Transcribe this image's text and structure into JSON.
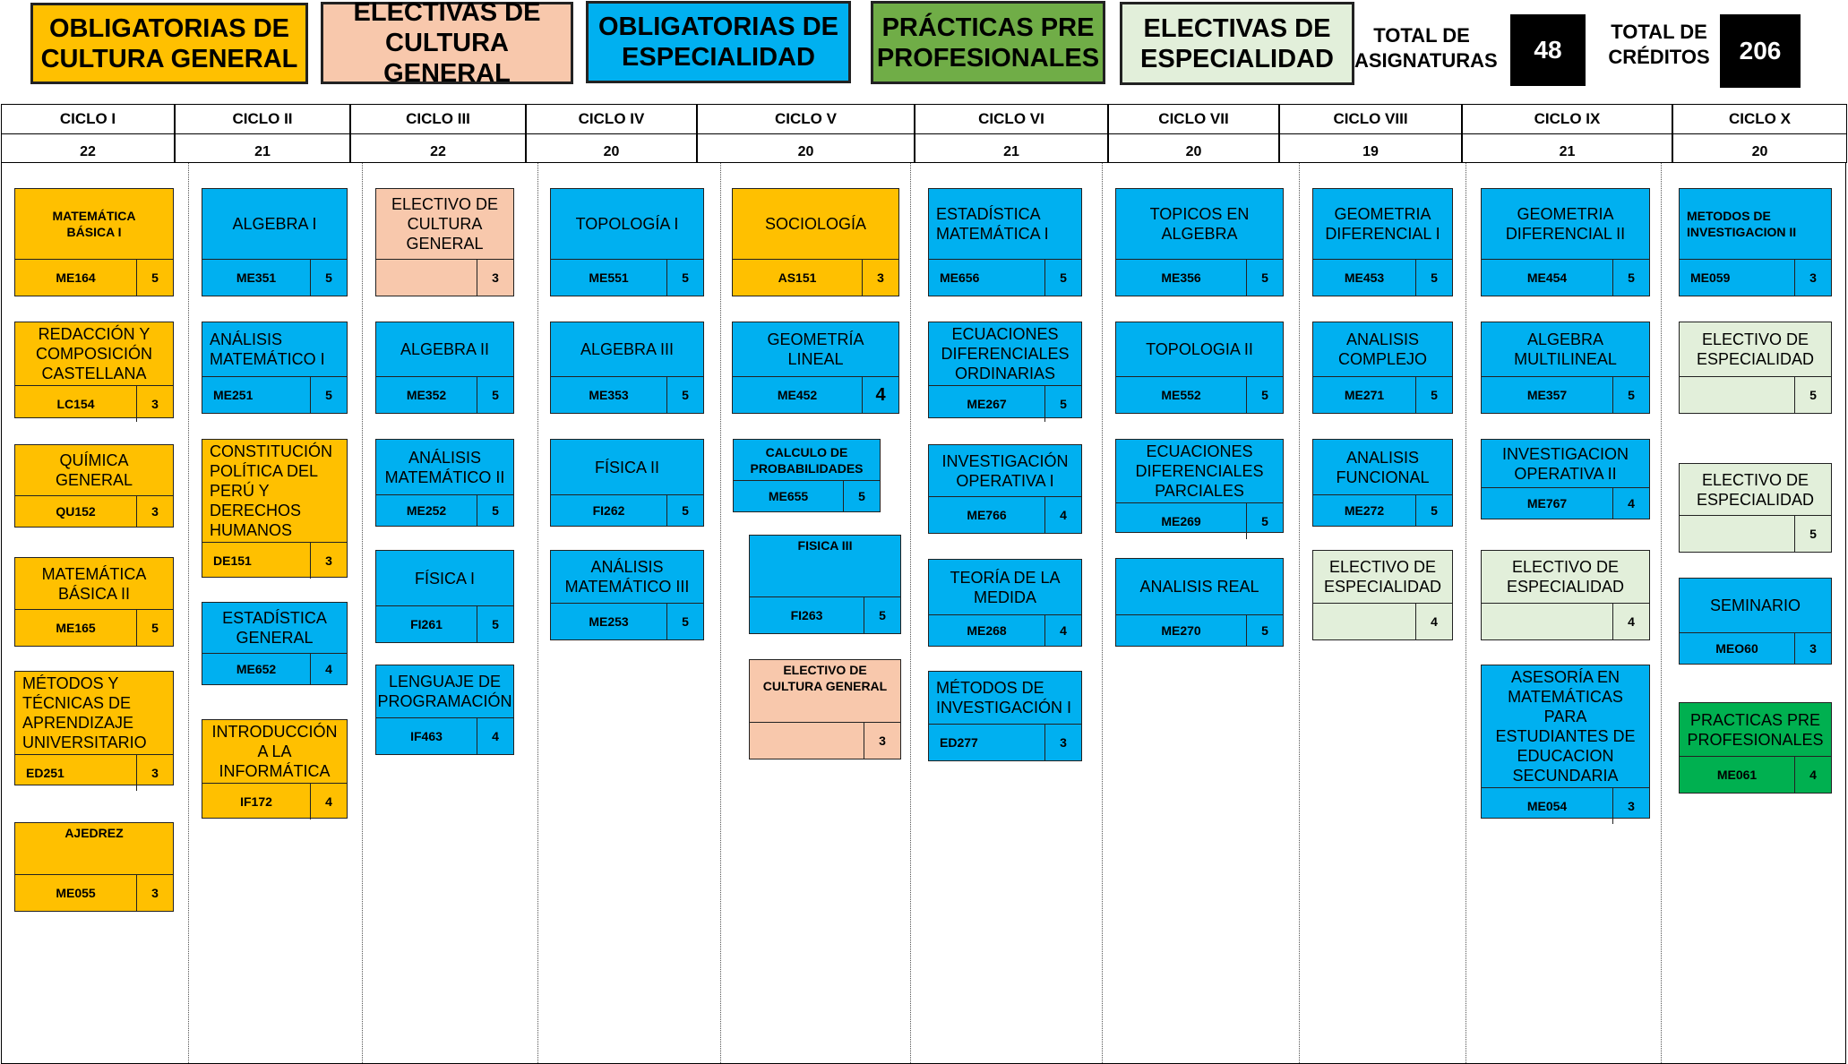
{
  "colors": {
    "obligatorias_cultura": "#FFC000",
    "electivas_cultura": "#F8C8AC",
    "obligatorias_especialidad": "#00B0F0",
    "practicas": "#70AD47",
    "electivas_especialidad": "#E2EFDA",
    "practicas_card": "#00B050"
  },
  "legend": [
    {
      "label": "OBLIGATORIAS DE\nCULTURA GENERAL",
      "type": "ocg"
    },
    {
      "label": "ELECTIVAS DE\nCULTURA GENERAL",
      "type": "ecg"
    },
    {
      "label": "OBLIGATORIAS DE\nESPECIALIDAD",
      "type": "oe"
    },
    {
      "label": "PRÁCTICAS PRE\nPROFESIONALES",
      "type": "pp"
    },
    {
      "label": "ELECTIVAS DE\nESPECIALIDAD",
      "type": "ee"
    }
  ],
  "totals": {
    "asignaturas_label": "TOTAL DE\nASIGNATURAS",
    "asignaturas_value": "48",
    "creditos_label": "TOTAL DE\nCRÉDITOS",
    "creditos_value": "206"
  },
  "cycles": [
    {
      "name": "CICLO I",
      "credits": "22",
      "courses": [
        {
          "name": "MATEMÁTICA\nBÁSICA I",
          "code": "ME164",
          "credits": "5",
          "type": "ocg",
          "style": "bold"
        },
        {
          "name": "REDACCIÓN Y\nCOMPOSICIÓN\nCASTELLANA",
          "code": "LC154",
          "credits": "3",
          "type": "ocg"
        },
        {
          "name": "QUÍMICA\nGENERAL",
          "code": "QU152",
          "credits": "3",
          "type": "ocg"
        },
        {
          "name": "MATEMÁTICA\nBÁSICA II",
          "code": "ME165",
          "credits": "5",
          "type": "ocg"
        },
        {
          "name": "MÉTODOS Y\nTÉCNICAS DE\nAPRENDIZAJE\nUNIVERSITARIO",
          "code": "ED251",
          "credits": "3",
          "type": "ocg",
          "style": "left"
        },
        {
          "name": "AJEDREZ",
          "code": "ME055",
          "credits": "3",
          "type": "ocg",
          "style": "bold-top"
        }
      ]
    },
    {
      "name": "CICLO II",
      "credits": "21",
      "courses": [
        {
          "name": "ALGEBRA I",
          "code": "ME351",
          "credits": "5",
          "type": "oe"
        },
        {
          "name": "ANÁLISIS\nMATEMÁTICO  I",
          "code": "ME251",
          "credits": "5",
          "type": "oe",
          "style": "left"
        },
        {
          "name": "CONSTITUCIÓN\nPOLÍTICA DEL\nPERÚ Y\nDERECHOS\nHUMANOS",
          "code": "DE151",
          "credits": "3",
          "type": "ocg",
          "style": "left"
        },
        {
          "name": "ESTADÍSTICA\nGENERAL",
          "code": "ME652",
          "credits": "4",
          "type": "oe"
        },
        {
          "name": "INTRODUCCIÓN\nA LA\nINFORMÁTICA",
          "code": "IF172",
          "credits": "4",
          "type": "ocg"
        }
      ]
    },
    {
      "name": "CICLO III",
      "credits": "22",
      "courses": [
        {
          "name": "ELECTIVO DE\nCULTURA\nGENERAL",
          "code": "",
          "credits": "3",
          "type": "ecg"
        },
        {
          "name": "ALGEBRA II",
          "code": "ME352",
          "credits": "5",
          "type": "oe"
        },
        {
          "name": "ANÁLISIS\nMATEMÁTICO  II",
          "code": "ME252",
          "credits": "5",
          "type": "oe"
        },
        {
          "name": "FÍSICA I",
          "code": "FI261",
          "credits": "5",
          "type": "oe"
        },
        {
          "name": "LENGUAJE DE\nPROGRAMACIÓN",
          "code": "IF463",
          "credits": "4",
          "type": "oe"
        }
      ]
    },
    {
      "name": "CICLO IV",
      "credits": "20",
      "courses": [
        {
          "name": "TOPOLOGÍA I",
          "code": "ME551",
          "credits": "5",
          "type": "oe"
        },
        {
          "name": "ALGEBRA III",
          "code": "ME353",
          "credits": "5",
          "type": "oe"
        },
        {
          "name": "FÍSICA II",
          "code": "FI262",
          "credits": "5",
          "type": "oe"
        },
        {
          "name": "ANÁLISIS\nMATEMÁTICO III",
          "code": "ME253",
          "credits": "5",
          "type": "oe"
        }
      ]
    },
    {
      "name": "CICLO V",
      "credits": "20",
      "courses": [
        {
          "name": "SOCIOLOGÍA",
          "code": "AS151",
          "credits": "3",
          "type": "ocg"
        },
        {
          "name": "GEOMETRÍA LINEAL",
          "code": "ME452",
          "credits": "4",
          "type": "oe",
          "style": "bigcred"
        },
        {
          "name": "CALCULO DE\nPROBABILIDADES",
          "code": "ME655",
          "credits": "5",
          "type": "oe",
          "style": "bold"
        },
        {
          "name": "FISICA III",
          "code": "FI263",
          "credits": "5",
          "type": "oe",
          "style": "bold-top"
        },
        {
          "name": "ELECTIVO DE\nCULTURA GENERAL",
          "code": "",
          "credits": "3",
          "type": "ecg",
          "style": "bold-top"
        }
      ]
    },
    {
      "name": "CICLO VI",
      "credits": "21",
      "courses": [
        {
          "name": "ESTADÍSTICA\nMATEMÁTICA I",
          "code": "ME656",
          "credits": "5",
          "type": "oe",
          "style": "left"
        },
        {
          "name": "ECUACIONES\nDIFERENCIALES\nORDINARIAS",
          "code": "ME267",
          "credits": "5",
          "type": "oe"
        },
        {
          "name": "INVESTIGACIÓN\nOPERATIVA I",
          "code": "ME766",
          "credits": "4",
          "type": "oe"
        },
        {
          "name": "TEORÍA DE LA\nMEDIDA",
          "code": "ME268",
          "credits": "4",
          "type": "oe"
        },
        {
          "name": "MÉTODOS DE\nINVESTIGACIÓN I",
          "code": "ED277",
          "credits": "3",
          "type": "oe",
          "style": "left"
        }
      ]
    },
    {
      "name": "CICLO VII",
      "credits": "20",
      "courses": [
        {
          "name": "TOPICOS EN\nALGEBRA",
          "code": "ME356",
          "credits": "5",
          "type": "oe"
        },
        {
          "name": "TOPOLOGIA II",
          "code": "ME552",
          "credits": "5",
          "type": "oe"
        },
        {
          "name": "ECUACIONES\nDIFERENCIALES\nPARCIALES",
          "code": "ME269",
          "credits": "5",
          "type": "oe"
        },
        {
          "name": "ANALISIS REAL",
          "code": "ME270",
          "credits": "5",
          "type": "oe"
        }
      ]
    },
    {
      "name": "CICLO VIII",
      "credits": "19",
      "courses": [
        {
          "name": "GEOMETRIA\nDIFERENCIAL I",
          "code": "ME453",
          "credits": "5",
          "type": "oe"
        },
        {
          "name": "ANALISIS\nCOMPLEJO",
          "code": "ME271",
          "credits": "5",
          "type": "oe"
        },
        {
          "name": "ANALISIS\nFUNCIONAL",
          "code": "ME272",
          "credits": "5",
          "type": "oe"
        },
        {
          "name": "ELECTIVO DE\nESPECIALIDAD",
          "code": "",
          "credits": "4",
          "type": "ee"
        }
      ]
    },
    {
      "name": "CICLO IX",
      "credits": "21",
      "courses": [
        {
          "name": "GEOMETRIA\nDIFERENCIAL II",
          "code": "ME454",
          "credits": "5",
          "type": "oe"
        },
        {
          "name": "ALGEBRA\nMULTILINEAL",
          "code": "ME357",
          "credits": "5",
          "type": "oe"
        },
        {
          "name": "INVESTIGACION\nOPERATIVA II",
          "code": "ME767",
          "credits": "4",
          "type": "oe"
        },
        {
          "name": "ELECTIVO DE\nESPECIALIDAD",
          "code": "",
          "credits": "4",
          "type": "ee"
        },
        {
          "name": "ASESORÍA EN\nMATEMÁTICAS\nPARA\nESTUDIANTES DE\nEDUCACION\nSECUNDARIA",
          "code": "ME054",
          "credits": "3",
          "type": "oe"
        }
      ]
    },
    {
      "name": "CICLO X",
      "credits": "20",
      "courses": [
        {
          "name": "METODOS DE\nINVESTIGACION II",
          "code": "ME059",
          "credits": "3",
          "type": "oe",
          "style": "bold-left"
        },
        {
          "name": "ELECTIVO DE\nESPECIALIDAD",
          "code": "",
          "credits": "5",
          "type": "ee"
        },
        {
          "name": "ELECTIVO DE\nESPECIALIDAD",
          "code": "",
          "credits": "5",
          "type": "ee"
        },
        {
          "name": "SEMINARIO",
          "code": "MEO60",
          "credits": "3",
          "type": "oe"
        },
        {
          "name": "PRACTICAS PRE\nPROFESIONALES",
          "code": "ME061",
          "credits": "4",
          "type": "pp"
        }
      ]
    }
  ]
}
